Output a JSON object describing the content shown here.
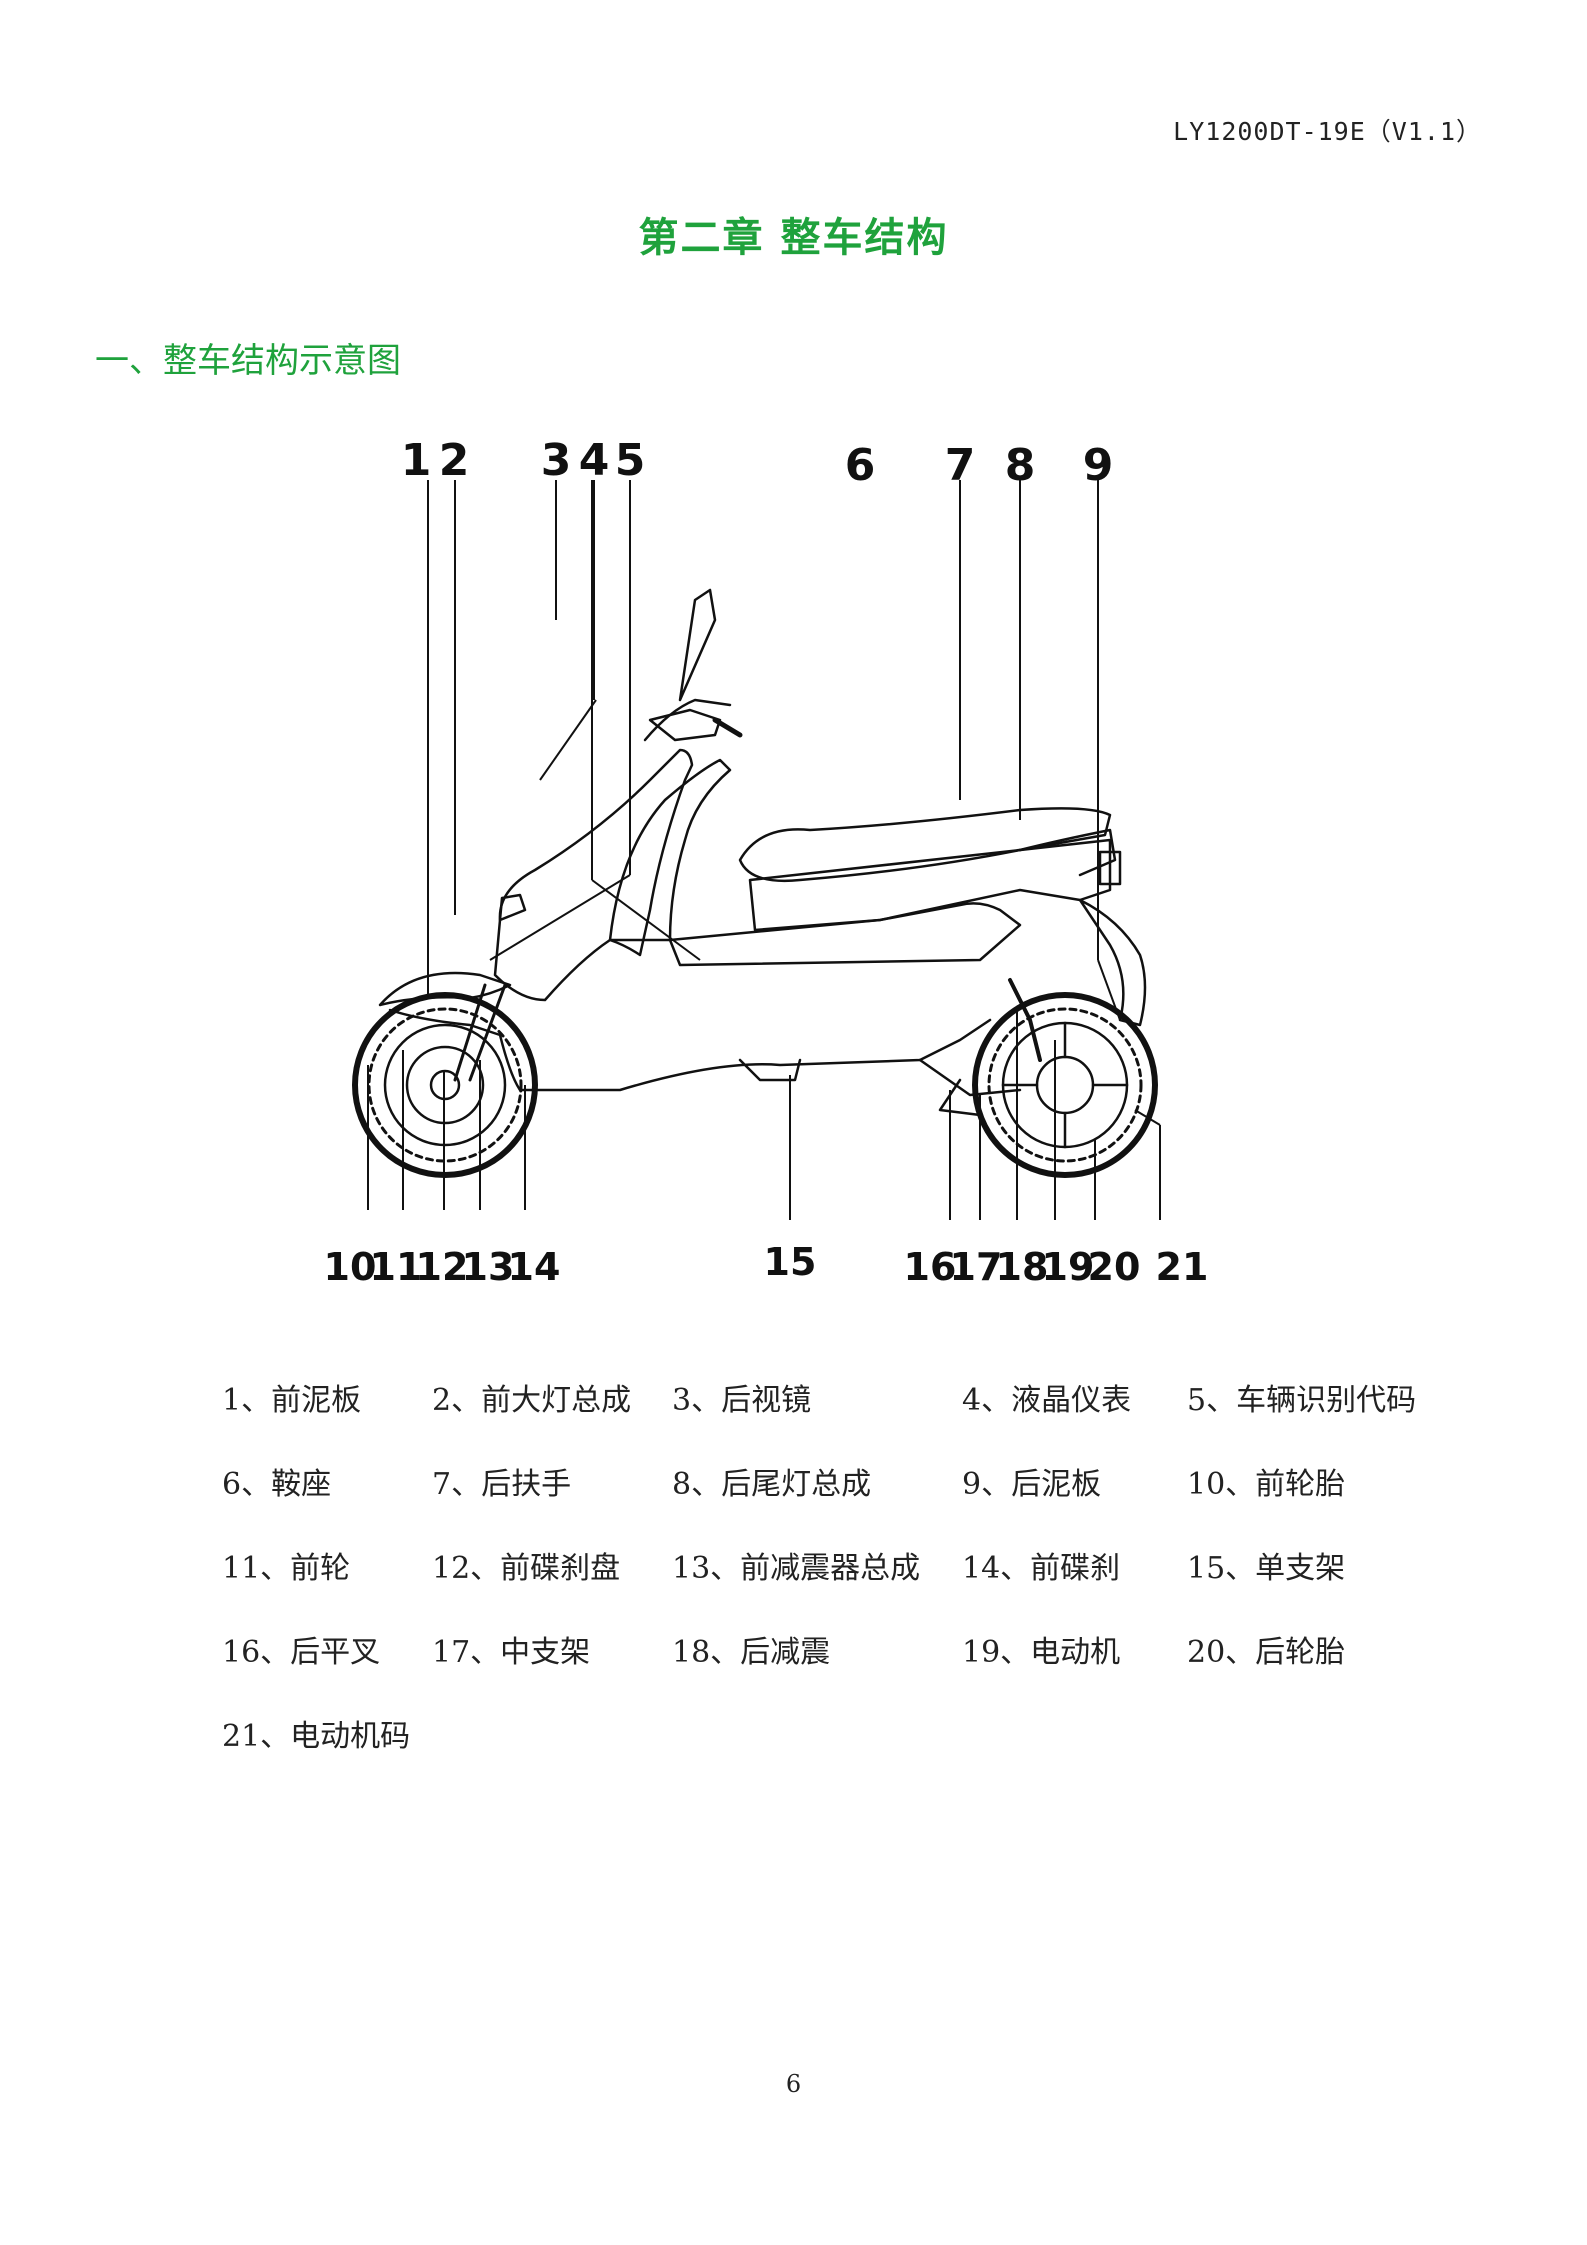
{
  "header": {
    "doc_code": "LY1200DT-19E（V1.1）"
  },
  "chapter": {
    "title": "第二章  整车结构"
  },
  "section": {
    "title": "一、整车结构示意图"
  },
  "diagram": {
    "callouts_top": [
      "1",
      "2",
      "3",
      "4",
      "5",
      "6",
      "7",
      "8",
      "9"
    ],
    "callouts_bottom": [
      "10",
      "11",
      "12",
      "13",
      "14",
      "15",
      "16",
      "17",
      "18",
      "19",
      "20",
      "21"
    ]
  },
  "legend": {
    "rows": [
      [
        "1、前泥板",
        "2、前大灯总成",
        "3、后视镜",
        "4、液晶仪表",
        "5、车辆识别代码"
      ],
      [
        "6、鞍座",
        "7、后扶手",
        "8、后尾灯总成",
        "9、后泥板",
        "10、前轮胎"
      ],
      [
        "11、前轮",
        "12、前碟刹盘",
        "13、前减震器总成",
        "14、前碟刹",
        "15、单支架"
      ],
      [
        "16、后平叉",
        "17、中支架",
        "18、后减震",
        "19、电动机",
        "20、后轮胎"
      ],
      [
        "21、电动机码"
      ]
    ]
  },
  "footer": {
    "page_number": "6"
  }
}
